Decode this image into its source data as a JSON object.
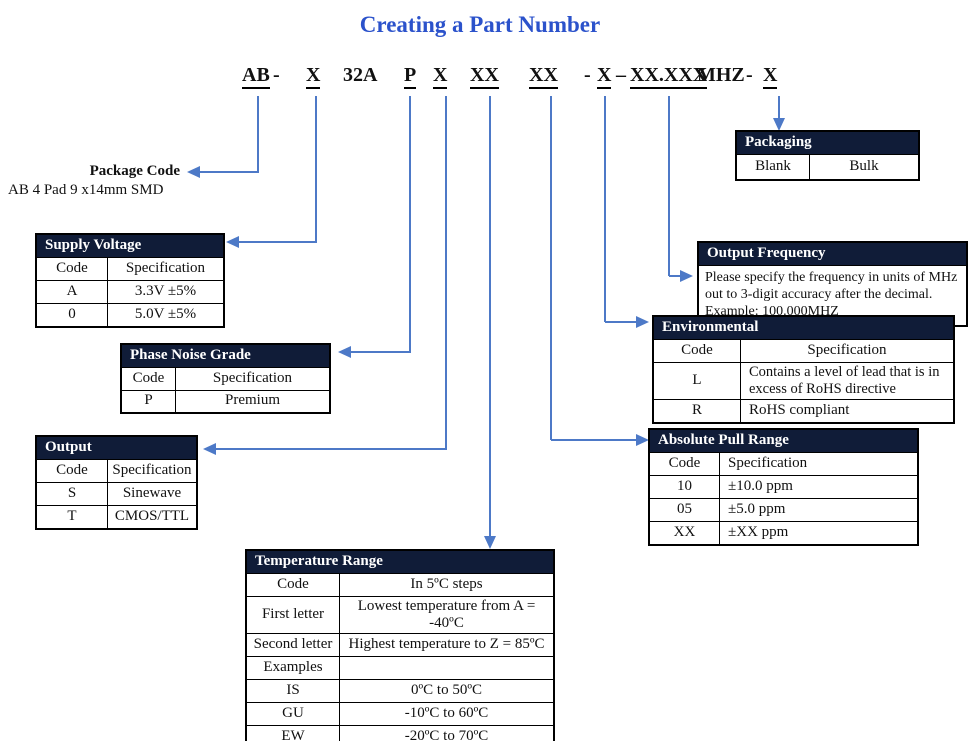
{
  "title": "Creating a Part Number",
  "part_number": {
    "segments": [
      {
        "text": "AB",
        "underline": true
      },
      {
        "text": "-",
        "underline": false
      },
      {
        "text": "X",
        "underline": true
      },
      {
        "text": "32A",
        "underline": false
      },
      {
        "text": "P",
        "underline": true
      },
      {
        "text": "X",
        "underline": true
      },
      {
        "text": "XX",
        "underline": true
      },
      {
        "text": "XX",
        "underline": true
      },
      {
        "text": "-",
        "underline": false
      },
      {
        "text": "X",
        "underline": true
      },
      {
        "text": "–",
        "underline": false
      },
      {
        "text": "XX.XXX",
        "underline": true
      },
      {
        "text": "MHZ",
        "underline": false
      },
      {
        "text": "-",
        "underline": false
      },
      {
        "text": "X",
        "underline": true
      }
    ]
  },
  "package_code": {
    "title": "Package Code",
    "description": "AB 4 Pad 9 x14mm SMD"
  },
  "tables": {
    "supply_voltage": {
      "title": "Supply Voltage",
      "col_headers": [
        "Code",
        "Specification"
      ],
      "rows": [
        [
          "A",
          "3.3V ±5%"
        ],
        [
          "0",
          "5.0V ±5%"
        ]
      ]
    },
    "phase_noise_grade": {
      "title": "Phase Noise Grade",
      "col_headers": [
        "Code",
        "Specification"
      ],
      "rows": [
        [
          "P",
          "Premium"
        ]
      ]
    },
    "output": {
      "title": "Output",
      "col_headers": [
        "Code",
        "Specification"
      ],
      "rows": [
        [
          "S",
          "Sinewave"
        ],
        [
          "T",
          "CMOS/TTL"
        ]
      ]
    },
    "temperature_range": {
      "title": "Temperature Range",
      "rows": [
        [
          "Code",
          "In 5ºC steps"
        ],
        [
          "First letter",
          "Lowest temperature from A = -40ºC"
        ],
        [
          "Second letter",
          "Highest temperature to Z = 85ºC"
        ],
        [
          "Examples",
          ""
        ],
        [
          "IS",
          "0ºC to 50ºC"
        ],
        [
          "GU",
          "-10ºC to 60ºC"
        ],
        [
          "EW",
          "-20ºC to 70ºC"
        ]
      ]
    },
    "packaging": {
      "title": "Packaging",
      "rows": [
        [
          "Blank",
          "Bulk"
        ]
      ]
    },
    "output_frequency": {
      "title": "Output Frequency",
      "body": "Please specify the frequency in units of MHz out to 3-digit accuracy after the decimal.",
      "example": "Example: 100.000MHZ"
    },
    "environmental": {
      "title": "Environmental",
      "col_headers": [
        "Code",
        "Specification"
      ],
      "rows": [
        [
          "L",
          "Contains a level of lead that is in excess of RoHS directive"
        ],
        [
          "R",
          "RoHS compliant"
        ]
      ]
    },
    "absolute_pull_range": {
      "title": "Absolute Pull Range",
      "col_headers": [
        "Code",
        "Specification"
      ],
      "rows": [
        [
          "10",
          "±10.0 ppm"
        ],
        [
          "05",
          "±5.0 ppm"
        ],
        [
          "XX",
          "±XX ppm"
        ]
      ]
    }
  },
  "colors": {
    "accent_blue": "#4D79C7",
    "header_navy": "#101C38",
    "title_blue": "#2B52CB"
  }
}
